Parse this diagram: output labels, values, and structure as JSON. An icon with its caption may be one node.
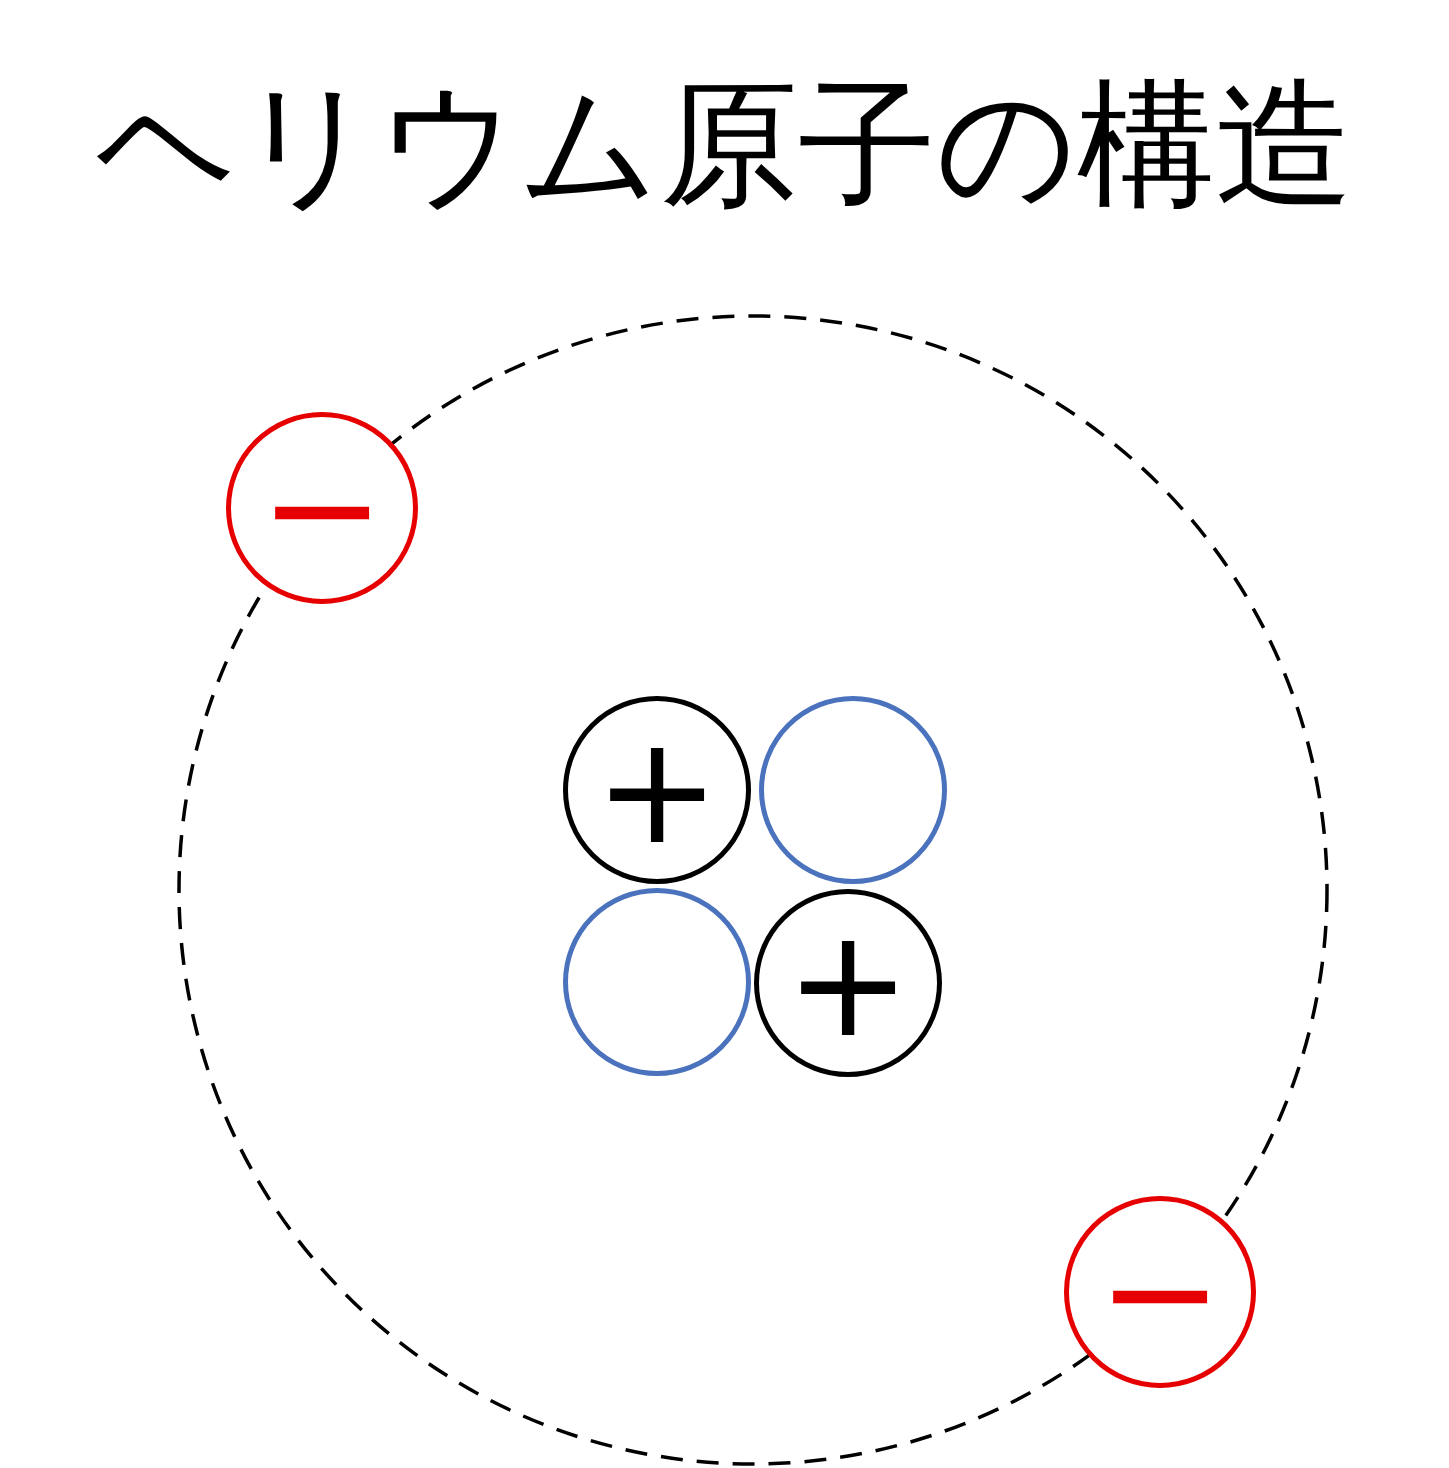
{
  "diagram": {
    "title": "ヘリウム原子の構造",
    "nodes": [
      {
        "text": [
          "−"
        ]
      },
      {
        "text": [
          "+"
        ]
      },
      {
        "text": [],
        "shape": "circle"
      },
      {
        "text": [],
        "shape": "circle"
      },
      {
        "text": [
          "+"
        ]
      },
      {
        "text": [
          "−"
        ]
      }
    ]
  }
}
